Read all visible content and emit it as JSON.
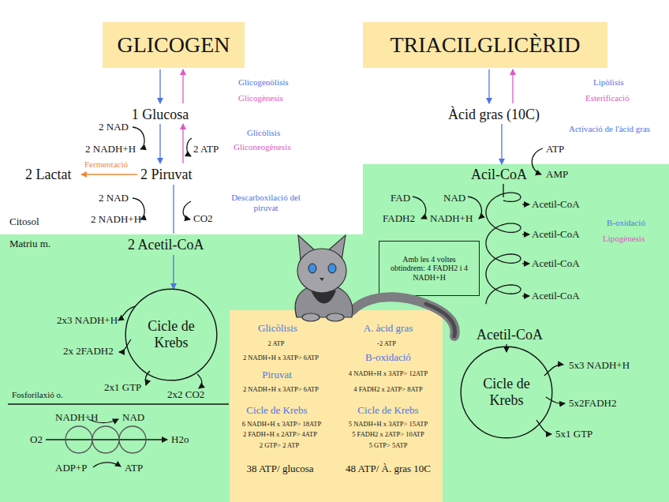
{
  "diagram": {
    "nodes": [
      {
        "text": [
          "GLICOGEN"
        ]
      },
      {
        "text": [
          "TRIACILGLICÈRID"
        ]
      },
      {
        "text": [
          "Cicle de Krebs"
        ]
      },
      {
        "text": [
          "Amb les 4 voltes obtindrem: 4 FADH2 i 4 NADH+H"
        ]
      },
      {
        "text": [
          "Glicòlisis",
          "2 ATP",
          "2 NADH+H x 3ATP> 6ATP",
          "Piruvat",
          "2 NADH+H x 3ATP> 6ATP",
          "Cicle de Krebs",
          "6 NADH+H x 3ATP> 18ATP",
          "2 FADH+H x 2ATP> 4ATP",
          "2 GTP> 2 ATP",
          "38 ATP/ glucosa",
          "A. àcid gras",
          "-2 ATP",
          "B-oxidació",
          "4 NADH+H x 3ATP> 12ATP",
          "4 FADH2 x 2ATP> 8ATP",
          "Cicle de Krebs",
          "5 NADH+H x 3ATP> 15ATP",
          "5 FADH2 x 2ATP> 10ATP",
          "5 GTP> 5ATP",
          "48 ATP/ À. gras 10C"
        ]
      },
      {
        "text": [
          "Cicle de Krebs"
        ]
      }
    ],
    "labels": [
      "Glicogenòlisis",
      "Glicogènesis",
      "1 Glucosa",
      "Glicòlisis",
      "Gliconeogènesis",
      "2 NAD",
      "2 NADH+H",
      "2 ATP",
      "Fermentació",
      "2 Lactat",
      "2 Piruvat",
      "2 NAD",
      "Descarboxilació del piruvat",
      "2 NADH+H",
      "CO2",
      "Citosol",
      "Matriu m.",
      "2 Acetil-CoA",
      "2x3 NADH+H",
      "2x 2FADH2",
      "2x1 GTP",
      "2x2 CO2",
      "Fosforilaxió o.",
      "NADH+H",
      "NAD",
      "O2",
      "H2o",
      "ADP+P",
      "ATP",
      "Lipòlisis",
      "Esterificació",
      "Àcid gras (10C)",
      "Activació de l'àcid gras",
      "ATP",
      "Acil-CoA",
      "AMP",
      "FAD",
      "NAD",
      "FADH2",
      "NADH+H",
      "Acetil-CoA",
      "Acetil-CoA",
      "Acetil-CoA",
      "Acetil-CoA",
      "B-oxidació",
      "Lipogènesis",
      "Acetil-CoA",
      "5x3 NADH+H",
      "5x2FADH2",
      "5x1 GTP"
    ]
  }
}
